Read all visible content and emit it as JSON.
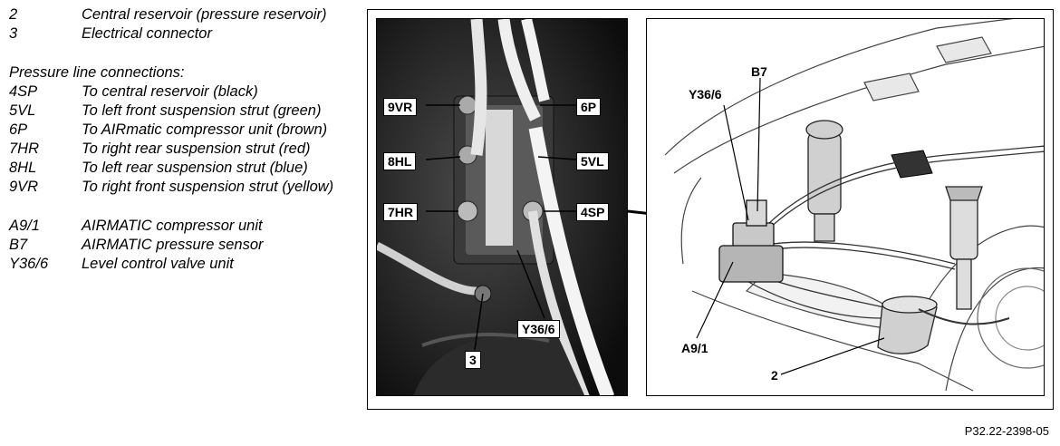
{
  "legend_top": [
    {
      "code": "2",
      "desc": "Central reservoir (pressure reservoir)"
    },
    {
      "code": "3",
      "desc": "Electrical connector"
    }
  ],
  "pressure_title": "Pressure line connections:",
  "pressure_lines": [
    {
      "code": "4SP",
      "desc": "To central reservoir (black)"
    },
    {
      "code": "5VL",
      "desc": "To left front suspension strut (green)"
    },
    {
      "code": "6P",
      "desc": "To AIRmatic compressor unit (brown)"
    },
    {
      "code": "7HR",
      "desc": "To right rear suspension strut (red)"
    },
    {
      "code": "8HL",
      "desc": "To left rear suspension strut (blue)"
    },
    {
      "code": "9VR",
      "desc": "To right front suspension strut (yellow)"
    }
  ],
  "components": [
    {
      "code": "A9/1",
      "desc": "AIRMATIC compressor unit"
    },
    {
      "code": "B7",
      "desc": "AIRMATIC pressure sensor"
    },
    {
      "code": "Y36/6",
      "desc": "Level control valve unit"
    }
  ],
  "photo_callouts": {
    "c9vr": "9VR",
    "c6p": "6P",
    "c8hl": "8HL",
    "c5vl": "5VL",
    "c7hr": "7HR",
    "c4sp": "4SP",
    "cy366": "Y36/6",
    "c3": "3"
  },
  "drawing_labels": {
    "y366": "Y36/6",
    "b7": "B7",
    "a91": "A9/1",
    "two": "2"
  },
  "figure_code": "P32.22-2398-05"
}
